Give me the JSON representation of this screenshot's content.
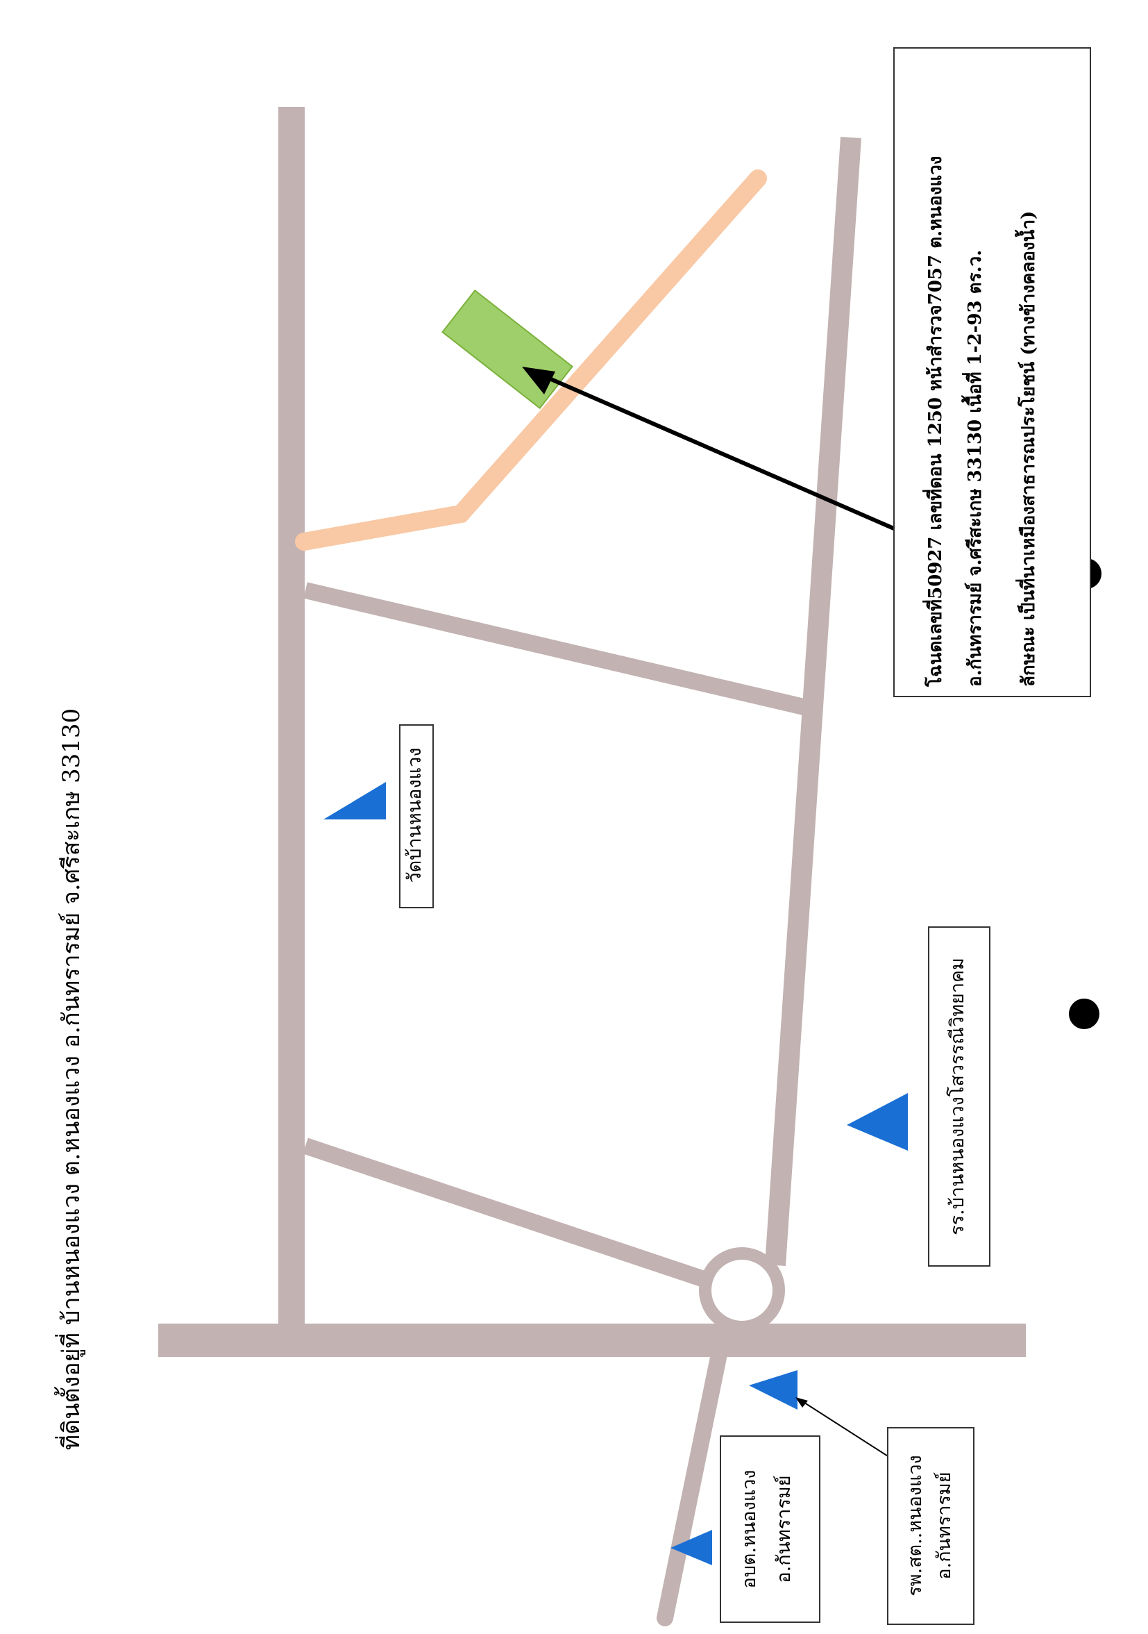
{
  "title": "ที่ดินตั้งอยู่ที่ บ้านหนองแวง ต.หนองแวง อ.กันทรารมย์ จ.ศรีสะเกษ 33130",
  "labels": {
    "temple": "วัดบ้านหนองแวง",
    "school": "รร.บ้านหนองแวงโสวรรณีวิทยาคม",
    "health_line1": "รพ.สต..หนองแวง",
    "health_line2": "อ.กันทรารมย์",
    "admin_line1": "อบต.หนองแวง",
    "admin_line2": "อ.กันทรารมย์"
  },
  "deed_info": {
    "line1": "โฉนดเลขที่50927 เลขที่ดอน 1250 หน้าสำรวจ7057 ต.หนองแวง",
    "line2": "อ.กันทรารมย์ จ.ศรีสะเกษ 33130  เนื้อที่ 1-2-93 ตร.ว.",
    "line3": "ลักษณะ เป็นที่นาเหมืองสาธารณประโยชน์ (ทางข้างคลองน้ำ)"
  },
  "colors": {
    "road": "#c2b2b2",
    "path": "#f9c8a4",
    "parcel_fill": "#9fcf6a",
    "parcel_stroke": "#7ab03a",
    "marker": "#1a6fd4"
  },
  "icons": [
    "triangle-marker-icon",
    "circle-dot-icon",
    "arrow-icon",
    "roundabout-icon"
  ]
}
